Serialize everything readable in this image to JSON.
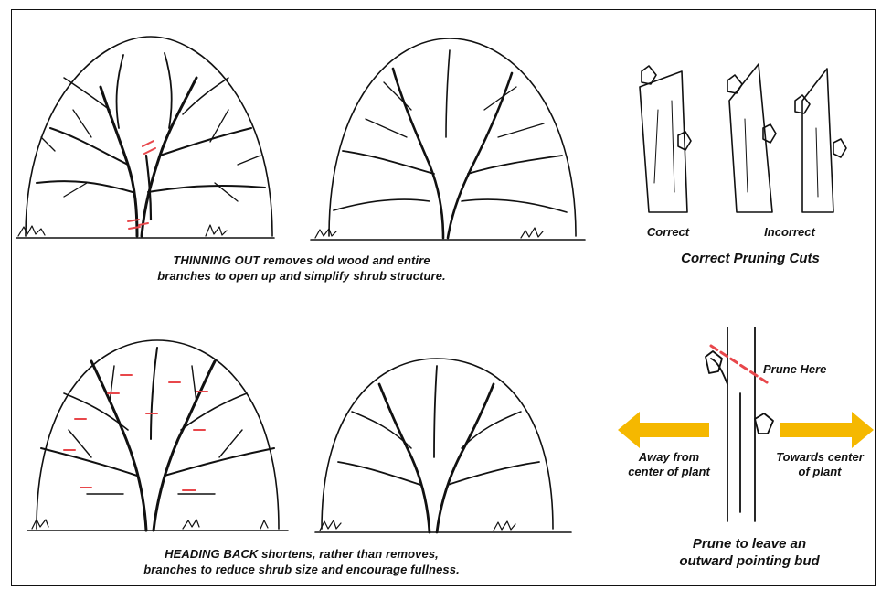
{
  "thinning": {
    "term": "THINNING OUT",
    "line1_rest": " removes old wood and entire",
    "line2": "branches to open up and simplify shrub structure."
  },
  "heading": {
    "term": "HEADING BACK",
    "line1_rest": " shortens, rather than removes,",
    "line2": "branches to reduce shrub size and encourage fullness."
  },
  "cuts": {
    "correct": "Correct",
    "incorrect": "Incorrect",
    "title": "Correct Pruning Cuts"
  },
  "bud": {
    "prune_here": "Prune Here",
    "away_line1": "Away from",
    "away_line2": "center of plant",
    "towards_line1": "Towards center",
    "towards_line2": "of plant",
    "caption_line1": "Prune to leave an",
    "caption_line2": "outward pointing bud"
  },
  "colors": {
    "arrow": "#f5b800",
    "cut_mark": "#e8474b",
    "ink": "#111111"
  }
}
